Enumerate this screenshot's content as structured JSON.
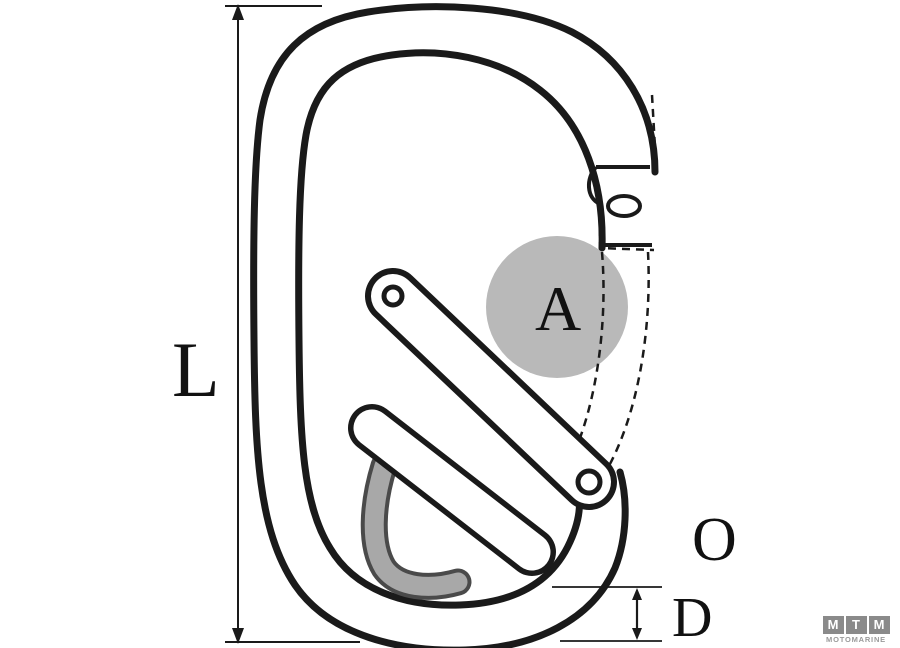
{
  "diagram": {
    "title": "carabiner-with-lock-technical-drawing",
    "labels": {
      "length": "L",
      "opening": "A",
      "outside": "O",
      "diameter": "D"
    }
  },
  "logo": {
    "letters": [
      "M",
      "T",
      "M"
    ],
    "subtitle": "MOTOMARINE"
  },
  "colors": {
    "line": "#1a1a1a",
    "opening_circle_fill": "#b9b9b9",
    "grip_gray": "#a8a8a8",
    "logo_gray": "#8a8a8a",
    "background": "#ffffff"
  }
}
